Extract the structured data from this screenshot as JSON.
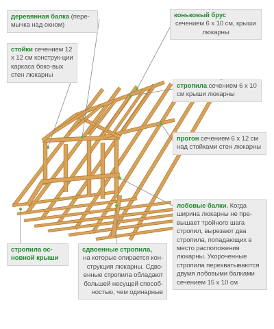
{
  "palette": {
    "wood": "#d9a35a",
    "wood_dark": "#a9742f",
    "leader": "#8a8a8a",
    "dot": "#6ab04c",
    "callout_bg": "#ececec",
    "heading_green": "#1f8a2e"
  },
  "callouts": {
    "wooden_beam": {
      "head": "деревянная балка",
      "body": "(пере-мычка над окном)"
    },
    "ridge_beam": {
      "head": "коньковый брус",
      "body": "сечением 6 х 10 см, крыши люкарны"
    },
    "posts": {
      "head": "стойки",
      "body": "сечением 12 х 12 см конструк-ции каркаса боко-вых стен люкарны"
    },
    "rafters": {
      "head": "стропила",
      "body": "сечением 6 х 10 см крыши люкарны"
    },
    "purlin": {
      "head": "прогон",
      "body": "сечением 6 х 12 см над стойками стен люкарны"
    },
    "frontal_beams": {
      "head": "лобовые балки.",
      "body": "Когда ширина люкарны не пре-вышает тройного шага стропил, вырезают два стропила, попадающих в место расположения люкарны. Укороченные стропила перехватываются двумя лобовыми балками сечением 15 х 10 см"
    },
    "main_rafters": {
      "head": "стропила ос-новной крыши",
      "body": ""
    },
    "doubled_rafters": {
      "head": "сдвоенные стропила,",
      "body": "на которые опирается кон-струкция люкарны. Сдво-енные стропила обладают большей несущей способ-ностью, чем одинарные"
    }
  }
}
